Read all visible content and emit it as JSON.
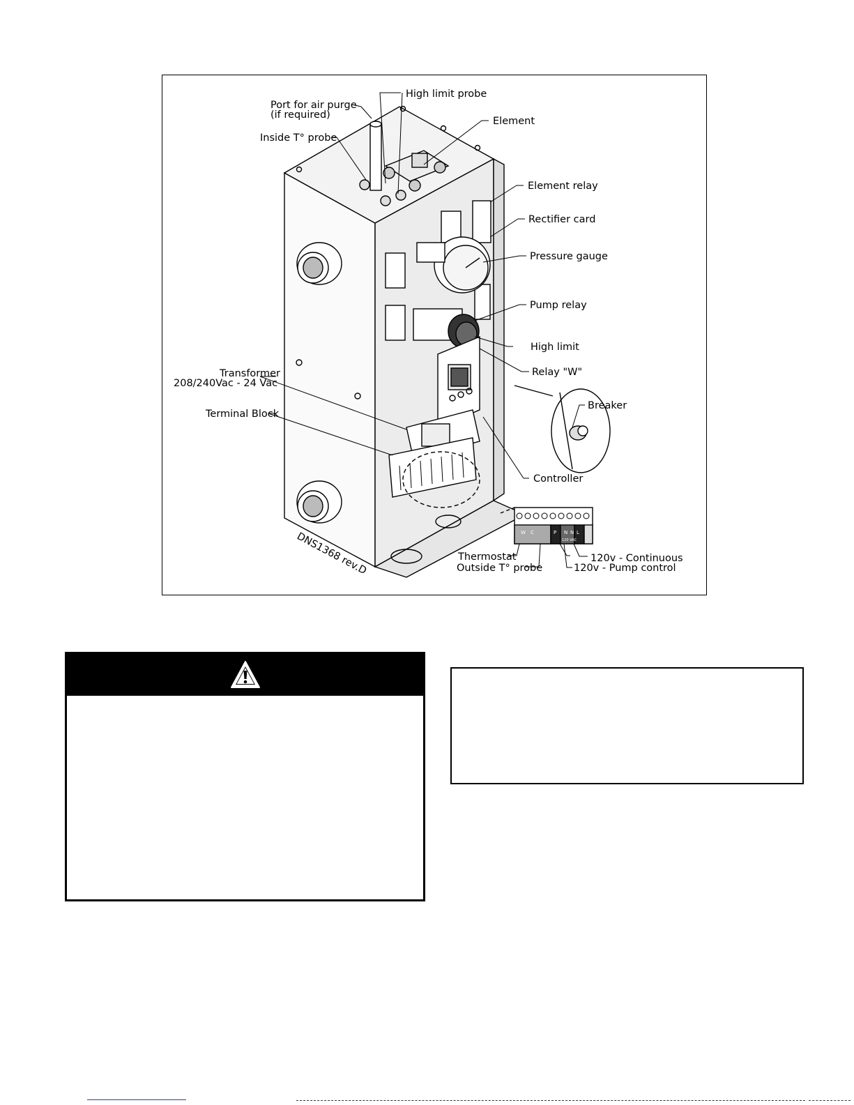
{
  "figure": {
    "drawing_number": "DNS1368 rev.D",
    "callouts": {
      "air_purge_line1": "Port for air purge",
      "air_purge_line2": "(if required)",
      "high_limit_probe": "High limit probe",
      "element": "Element",
      "inside_probe": "Inside T° probe",
      "element_relay": "Element relay",
      "rectifier_card": "Rectifier card",
      "pressure_gauge": "Pressure gauge",
      "pump_relay": "Pump relay",
      "high_limit": "High limit",
      "relay_w": "Relay \"W\"",
      "transformer_line1": "Transformer",
      "transformer_line2": "208/240Vac - 24 Vac",
      "breaker": "Breaker",
      "terminal_block": "Terminal Block",
      "controller": "Controller",
      "thermostat": "Thermostat",
      "outside_probe": "Outside T° probe",
      "continuous_120v": "120v - Continuous",
      "pump_control_120v": "120v - Pump control"
    },
    "terminal_letters": [
      "W",
      "C",
      "",
      "",
      "P",
      "N",
      "N",
      "L"
    ],
    "terminal_sub": "120 VAC"
  },
  "warning": {
    "icon": "warning-triangle-icon",
    "header_color": "#000000"
  },
  "footer": {
    "link_color": "#2a3f9e"
  }
}
